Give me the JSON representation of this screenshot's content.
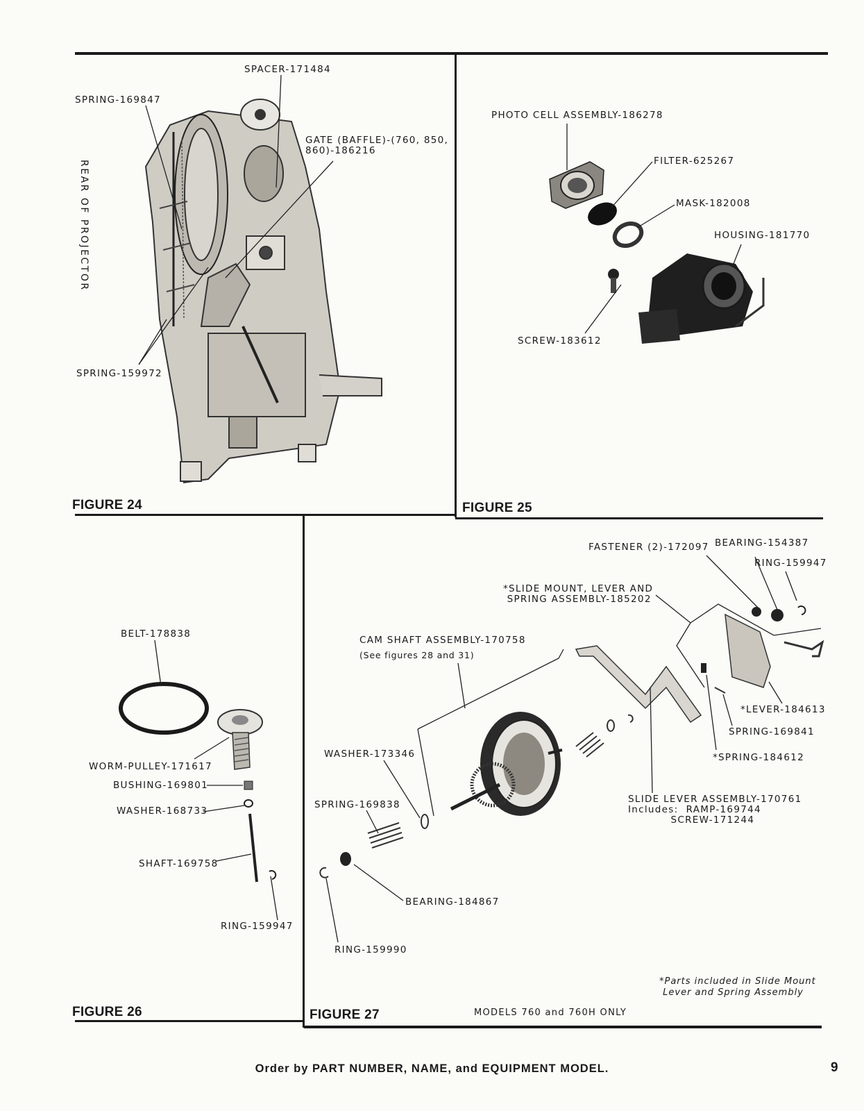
{
  "figure24": {
    "caption": "FIGURE 24",
    "side_text": "REAR OF PROJECTOR",
    "labels": {
      "spacer": "SPACER-171484",
      "spring_top": "SPRING-169847",
      "gate": "GATE (BAFFLE)-(760, 850,\n860)-186216",
      "spring_bottom": "SPRING-159972"
    }
  },
  "figure25": {
    "caption": "FIGURE 25",
    "labels": {
      "photocell": "PHOTO CELL ASSEMBLY-186278",
      "filter": "FILTER-625267",
      "mask": "MASK-182008",
      "housing": "HOUSING-181770",
      "screw": "SCREW-183612"
    }
  },
  "figure26": {
    "caption": "FIGURE 26",
    "labels": {
      "belt": "BELT-178838",
      "worm_pulley": "WORM-PULLEY-171617",
      "bushing": "BUSHING-169801",
      "washer": "WASHER-168733",
      "shaft": "SHAFT-169758",
      "ring": "RING-159947"
    }
  },
  "figure27": {
    "caption": "FIGURE 27",
    "models": "MODELS 760 and 760H ONLY",
    "note": "*Parts included in Slide Mount\n Lever and Spring Assembly",
    "labels": {
      "fastener": "FASTENER (2)-172097",
      "bearing_top": "BEARING-154387",
      "ring_top": "RING-159947",
      "slide_mount": "*SLIDE MOUNT, LEVER AND\n SPRING ASSEMBLY-185202",
      "cam_shaft": "CAM SHAFT ASSEMBLY-170758",
      "cam_see": "(See figures 28 and 31)",
      "lever": "*LEVER-184613",
      "spring_169841": "SPRING-169841",
      "spring_184612": "*SPRING-184612",
      "washer": "WASHER-173346",
      "slide_lever": "SLIDE LEVER ASSEMBLY-170761\nIncludes:  RAMP-169744\n           SCREW-171244",
      "spring_169838": "SPRING-169838",
      "bearing_bottom": "BEARING-184867",
      "ring_bottom": "RING-159990"
    }
  },
  "footer": {
    "order_text": "Order by PART NUMBER, NAME, and EQUIPMENT MODEL.",
    "page_number": "9"
  }
}
